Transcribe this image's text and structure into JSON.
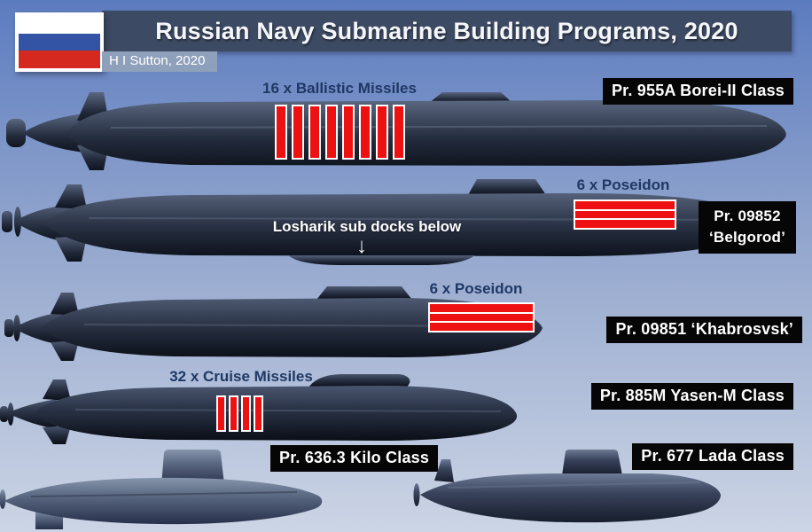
{
  "header": {
    "title": "Russian Navy Submarine Building Programs, 2020",
    "credit": "H I Sutton, 2020"
  },
  "colors": {
    "bg_top": "#5c7cc0",
    "bg_mid": "#93a6cd",
    "bg_bottom": "#ccd5e5",
    "title_bar_bg": "#3d4a63",
    "title_text": "#f4f6f9",
    "credit_bg": "#8fa0bb",
    "flag_white": "#ffffff",
    "flag_blue": "#3353a4",
    "flag_red": "#d5281e",
    "label_bg": "#060606",
    "label_text": "#ffffff",
    "annotation_dark": "#1f3864",
    "annotation_light": "#ffffff",
    "missile_red": "#ee1111",
    "missile_border": "#ffffff"
  },
  "submarines": [
    {
      "name": "Borei-II",
      "label": "Pr. 955A Borei-II Class",
      "weapons": "16 x Ballistic Missiles",
      "tubes_shown": 8
    },
    {
      "name": "Belgorod",
      "label_line1": "Pr. 09852",
      "label_line2": "‘Belgorod’",
      "weapons": "6 x Poseidon",
      "note": "Losharik sub docks below",
      "arrow": "↓",
      "tubes_shown": 3
    },
    {
      "name": "Khabrosvsk",
      "label": "Pr. 09851 ‘Khabrosvsk’",
      "weapons": "6 x Poseidon",
      "tubes_shown": 3
    },
    {
      "name": "Yasen-M",
      "label": "Pr. 885M Yasen-M Class",
      "weapons": "32 x Cruise Missiles",
      "tubes_shown": 4
    },
    {
      "name": "Kilo",
      "label": "Pr. 636.3 Kilo Class"
    },
    {
      "name": "Lada",
      "label": "Pr. 677 Lada Class"
    }
  ]
}
